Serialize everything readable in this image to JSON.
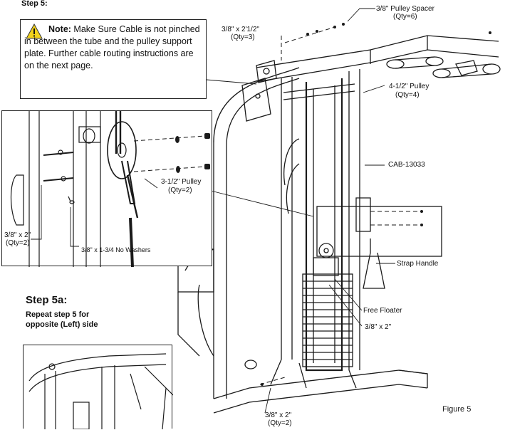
{
  "header": {
    "step_partial": "Step 5:"
  },
  "note": {
    "label": "Note:",
    "text": " Make Sure Cable is not pinched in between the tube and the pulley support plate.  Further cable routing instructions are on the next page."
  },
  "callouts": {
    "pulley_spacer": "3/8\" Pulley Spacer",
    "pulley_spacer_qty": "(Qty=6)",
    "bolt_2_5": "3/8\" x 2'1/2\"",
    "bolt_2_5_qty": "(Qty=3)",
    "pulley_4_5": "4-1/2\" Pulley",
    "pulley_4_5_qty": "(Qty=4)",
    "cable": "CAB-13033",
    "pulley_3_5": "3-1/2\" Pulley",
    "pulley_3_5_qty": "(Qty=2)",
    "bolt_2_left": "3/8\" x 2\"",
    "bolt_2_left_qty": "(Qty=2)",
    "bolt_no_washers": "3/8\" x 1-3/4 No Washers",
    "strap_handle": "Strap Handle",
    "free_floater": "Free Floater",
    "bolt_2_mid": "3/8\" x 2\"",
    "bolt_2_bottom": "3/8\" x 2\"",
    "bolt_2_bottom_qty": "(Qty=2)"
  },
  "step5a": {
    "title": "Step 5a:",
    "line1": "Repeat step 5 for",
    "line2": "opposite (Left) side"
  },
  "figure_label": "Figure 5",
  "colors": {
    "line": "#1a1a1a",
    "note_bg": "#ffffff",
    "warning_yellow": "#f2d21b"
  }
}
